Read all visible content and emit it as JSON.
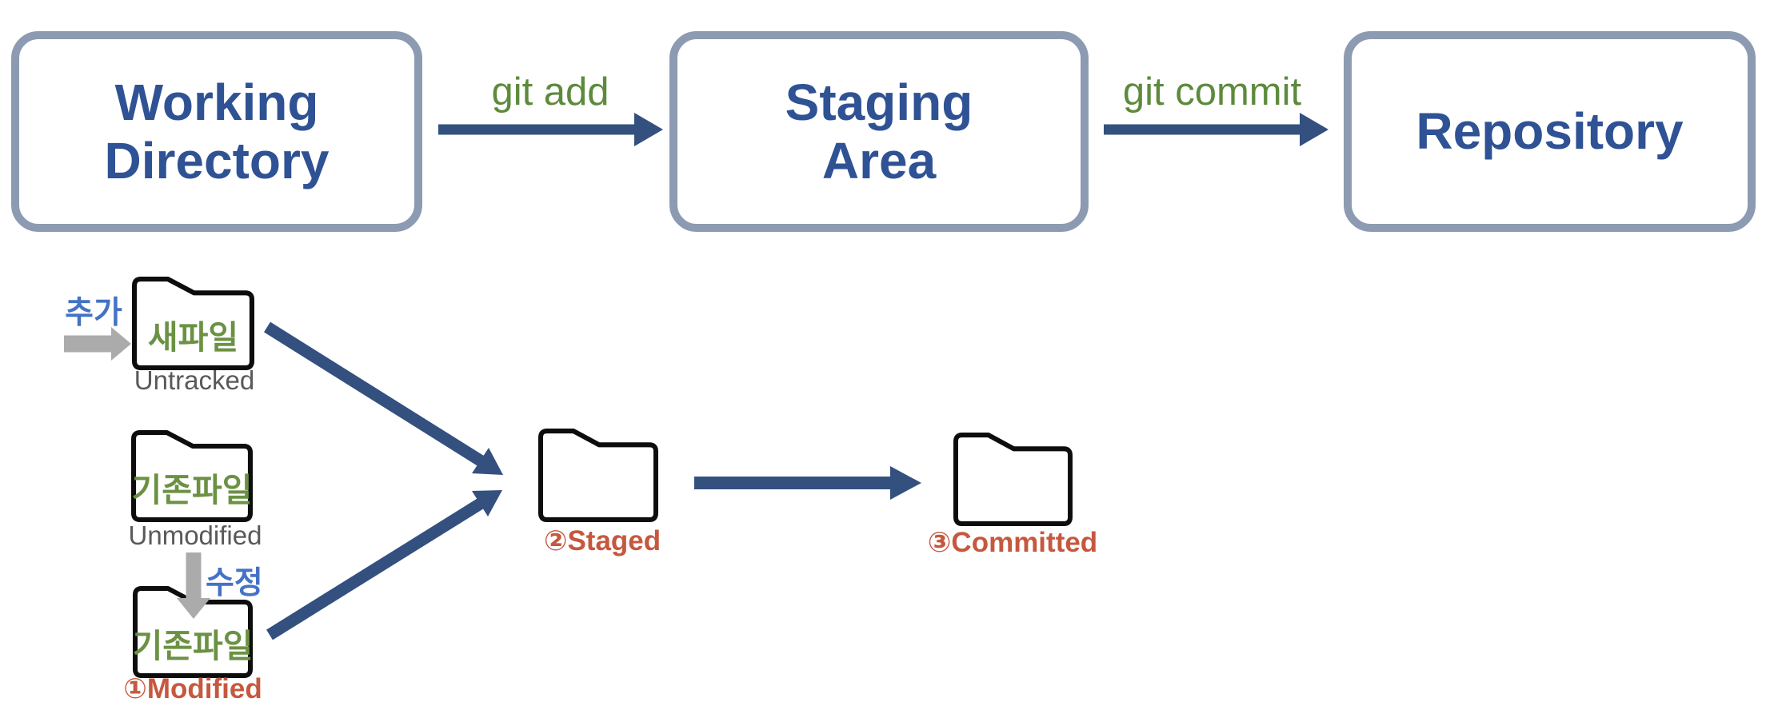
{
  "diagram": {
    "title_visible": false,
    "type": "git-workflow-flow-diagram",
    "nodes": [
      {
        "id": "working-directory",
        "label": "Working\nDirectory"
      },
      {
        "id": "staging-area",
        "label": "Staging\nArea"
      },
      {
        "id": "repository",
        "label": "Repository"
      }
    ],
    "edges": [
      {
        "from": "working-directory",
        "to": "staging-area",
        "label": "git add"
      },
      {
        "from": "staging-area",
        "to": "repository",
        "label": "git commit"
      },
      {
        "from": "untracked-file",
        "to": "staged-folder",
        "label": ""
      },
      {
        "from": "modified-file",
        "to": "staged-folder",
        "label": ""
      },
      {
        "from": "staged-folder",
        "to": "committed-folder",
        "label": ""
      }
    ]
  },
  "flow": {
    "boxes": {
      "working_directory": "Working\nDirectory",
      "staging_area": "Staging\nArea",
      "repository": "Repository"
    },
    "commands": {
      "git_add": "git add",
      "git_commit": "git commit"
    }
  },
  "files": {
    "untracked": {
      "name": "새파일",
      "status": "Untracked",
      "action": "추가"
    },
    "unmodified": {
      "name": "기존파일",
      "status": "Unmodified"
    },
    "modified": {
      "name": "기존파일",
      "status": "①Modified",
      "action": "수정"
    },
    "staged": {
      "name": "",
      "status": "②Staged"
    },
    "committed": {
      "name": "",
      "status": "③Committed"
    }
  },
  "icons": {
    "folder": "folder-icon",
    "arrow_right_navy": "arrow-right-icon",
    "arrow_right_gray": "arrow-right-icon",
    "arrow_down_gray": "arrow-down-icon",
    "arrow_diagonal_navy": "arrow-diagonal-icon"
  },
  "colors": {
    "background": "#FFFFFF",
    "box_border": "#8C9BB1",
    "box_title": "#2F5294",
    "arrow_navy": "#33507F",
    "command_green": "#5D8A3C",
    "file_name_green": "#6B9143",
    "status_gray": "#595959",
    "action_blue": "#4472C4",
    "status_red": "#C5583E",
    "gray_arrow": "#ABABAB",
    "folder_outline": "#0D0D0D"
  }
}
